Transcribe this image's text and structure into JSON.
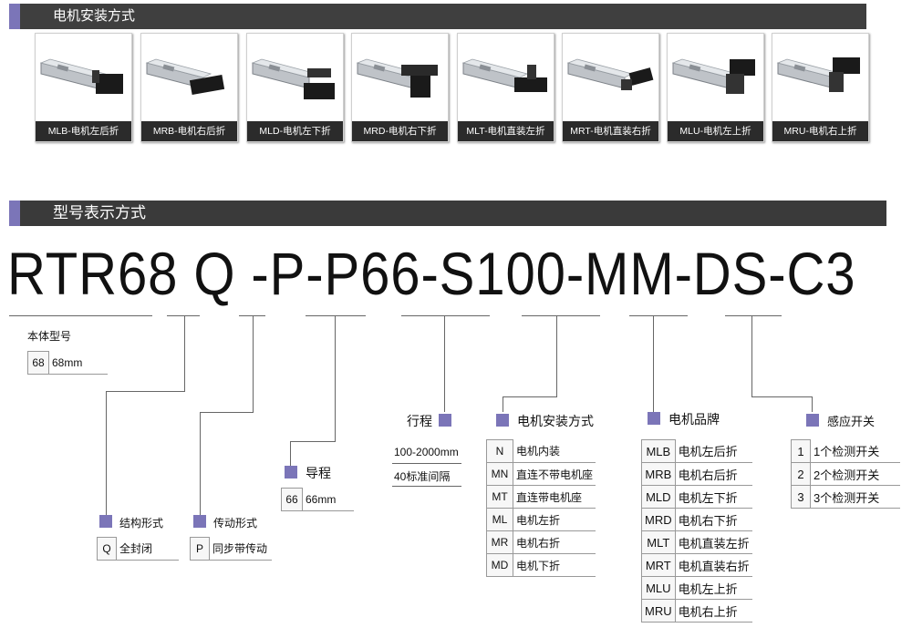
{
  "section1": {
    "title": "电机安装方式"
  },
  "mounts": [
    {
      "label": "MLB-电机左后折"
    },
    {
      "label": "MRB-电机右后折"
    },
    {
      "label": "MLD-电机左下折"
    },
    {
      "label": "MRD-电机右下折"
    },
    {
      "label": "MLT-电机直装左折"
    },
    {
      "label": "MRT-电机直装右折"
    },
    {
      "label": "MLU-电机左上折"
    },
    {
      "label": "MRU-电机右上折"
    }
  ],
  "section2": {
    "title": "型号表示方式"
  },
  "model_code": "RTR68 Q -P-P66-S100-MM-DS-C3",
  "body": {
    "heading": "本体型号",
    "code": "68",
    "desc": "68mm"
  },
  "structure": {
    "heading": "结构形式",
    "code": "Q",
    "desc": "全封闭"
  },
  "drive": {
    "heading": "传动形式",
    "code": "P",
    "desc": "同步带传动"
  },
  "lead": {
    "heading": "导程",
    "code": "66",
    "desc": "66mm"
  },
  "stroke": {
    "heading": "行程",
    "line1": "100-2000mm",
    "line2": "40标准间隔"
  },
  "motor_mount": {
    "heading": "电机安装方式",
    "rows": [
      {
        "code": "N",
        "desc": "电机内装"
      },
      {
        "code": "MN",
        "desc": "直连不带电机座"
      },
      {
        "code": "MT",
        "desc": "直连带电机座"
      },
      {
        "code": "ML",
        "desc": "电机左折"
      },
      {
        "code": "MR",
        "desc": "电机右折"
      },
      {
        "code": "MD",
        "desc": "电机下折"
      }
    ]
  },
  "motor_brand": {
    "heading": "电机品牌",
    "rows": [
      {
        "code": "MLB",
        "desc": "电机左后折"
      },
      {
        "code": "MRB",
        "desc": "电机右后折"
      },
      {
        "code": "MLD",
        "desc": "电机左下折"
      },
      {
        "code": "MRD",
        "desc": "电机右下折"
      },
      {
        "code": "MLT",
        "desc": "电机直装左折"
      },
      {
        "code": "MRT",
        "desc": "电机直装右折"
      },
      {
        "code": "MLU",
        "desc": "电机左上折"
      },
      {
        "code": "MRU",
        "desc": "电机右上折"
      }
    ]
  },
  "sensor": {
    "heading": "感应开关",
    "rows": [
      {
        "code": "1",
        "desc": "1个检测开关"
      },
      {
        "code": "2",
        "desc": "2个检测开关"
      },
      {
        "code": "3",
        "desc": "3个检测开关"
      }
    ]
  },
  "colors": {
    "accent": "#7b75b8",
    "banner": "#3f3f3f",
    "label_bg": "#2b2b2b"
  }
}
